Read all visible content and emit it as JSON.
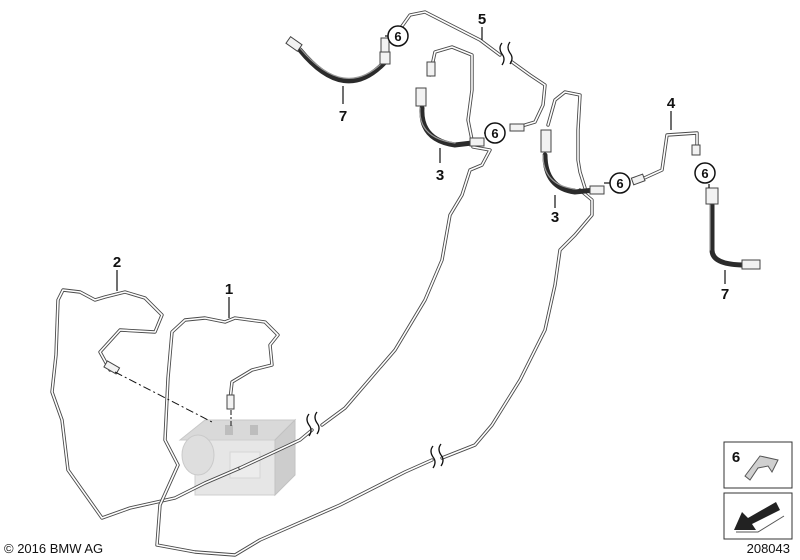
{
  "labels": {
    "p1": "1",
    "p2": "2",
    "p3a": "3",
    "p3b": "3",
    "p4": "4",
    "p5": "5",
    "p6a": "6",
    "p6b": "6",
    "p6c": "6",
    "p6d": "6",
    "p7a": "7",
    "p7b": "7",
    "inset6": "6"
  },
  "footer": {
    "copyright": "© 2016 BMW AG",
    "diagram_no": "208043"
  }
}
